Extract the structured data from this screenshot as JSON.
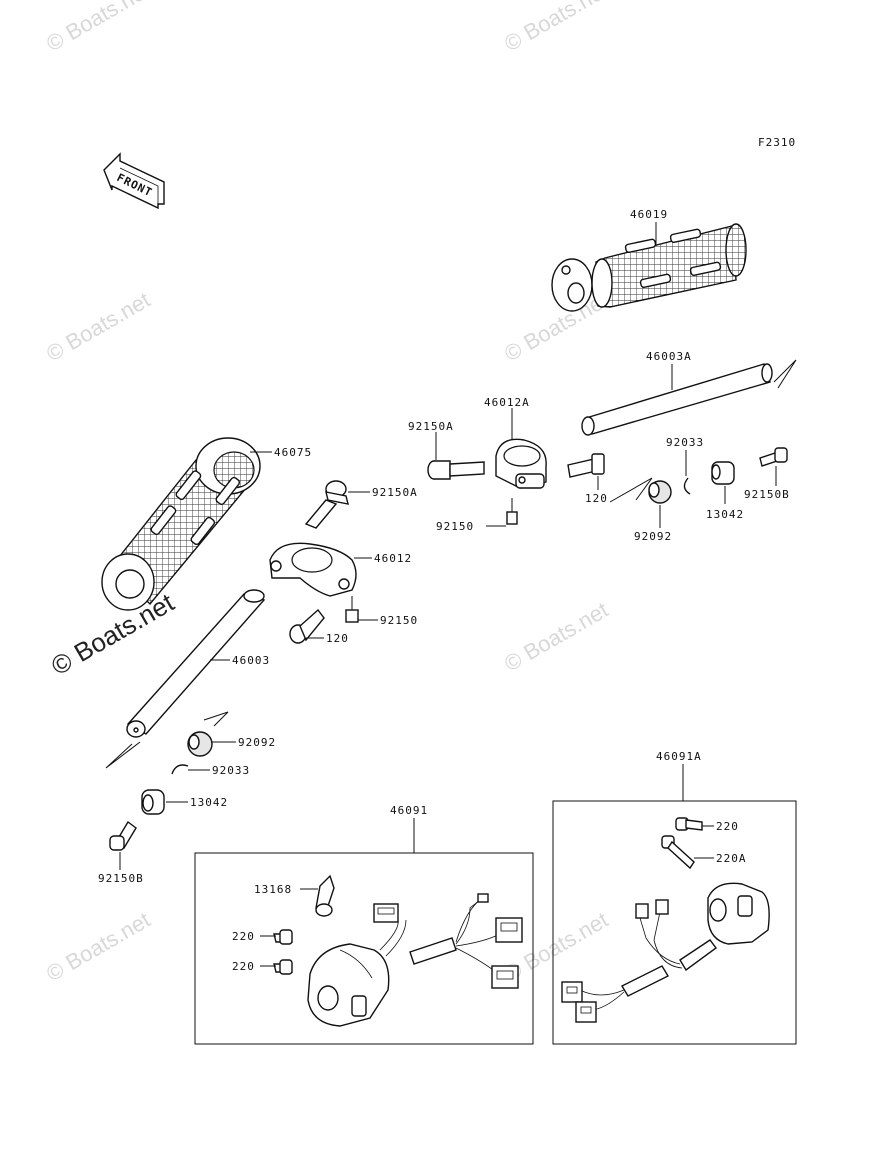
{
  "figure_code": "F2310",
  "front_label": "FRONT",
  "watermark": "© Boats.net",
  "callouts": [
    {
      "id": "c-46019",
      "label": "46019"
    },
    {
      "id": "c-46003A",
      "label": "46003A"
    },
    {
      "id": "c-46012A",
      "label": "46012A"
    },
    {
      "id": "c-92150A-1",
      "label": "92150A"
    },
    {
      "id": "c-92150A-2",
      "label": "92150A"
    },
    {
      "id": "c-92033-1",
      "label": "92033"
    },
    {
      "id": "c-120-1",
      "label": "120"
    },
    {
      "id": "c-92150B-1",
      "label": "92150B"
    },
    {
      "id": "c-13042-1",
      "label": "13042"
    },
    {
      "id": "c-92150-1",
      "label": "92150"
    },
    {
      "id": "c-92092-1",
      "label": "92092"
    },
    {
      "id": "c-46075",
      "label": "46075"
    },
    {
      "id": "c-46012",
      "label": "46012"
    },
    {
      "id": "c-92150-2",
      "label": "92150"
    },
    {
      "id": "c-120-2",
      "label": "120"
    },
    {
      "id": "c-46003",
      "label": "46003"
    },
    {
      "id": "c-92092-2",
      "label": "92092"
    },
    {
      "id": "c-92033-2",
      "label": "92033"
    },
    {
      "id": "c-13042-2",
      "label": "13042"
    },
    {
      "id": "c-92150B-2",
      "label": "92150B"
    },
    {
      "id": "c-46091",
      "label": "46091"
    },
    {
      "id": "c-46091A",
      "label": "46091A"
    },
    {
      "id": "c-13168",
      "label": "13168"
    },
    {
      "id": "c-220-1",
      "label": "220"
    },
    {
      "id": "c-220-2",
      "label": "220"
    },
    {
      "id": "c-220-3",
      "label": "220"
    },
    {
      "id": "c-220A",
      "label": "220A"
    }
  ]
}
